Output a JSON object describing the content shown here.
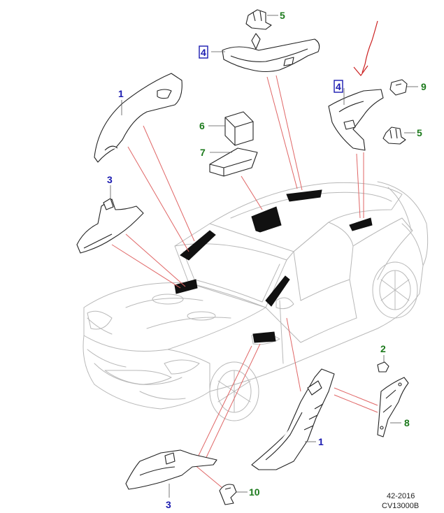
{
  "callouts": [
    {
      "id": "c1a",
      "text": "1",
      "color": "#1a1ab0",
      "boxed": false
    },
    {
      "id": "c1b",
      "text": "1",
      "color": "#1a1ab0",
      "boxed": false
    },
    {
      "id": "c2",
      "text": "2",
      "color": "#1c7a1c",
      "boxed": false
    },
    {
      "id": "c3a",
      "text": "3",
      "color": "#1a1ab0",
      "boxed": false
    },
    {
      "id": "c3b",
      "text": "3",
      "color": "#1a1ab0",
      "boxed": false
    },
    {
      "id": "c4a",
      "text": "4",
      "color": "#1a1ab0",
      "boxed": true
    },
    {
      "id": "c4b",
      "text": "4",
      "color": "#1a1ab0",
      "boxed": true
    },
    {
      "id": "c5a",
      "text": "5",
      "color": "#1c7a1c",
      "boxed": false
    },
    {
      "id": "c5b",
      "text": "5",
      "color": "#1c7a1c",
      "boxed": false
    },
    {
      "id": "c6",
      "text": "6",
      "color": "#1c7a1c",
      "boxed": false
    },
    {
      "id": "c7",
      "text": "7",
      "color": "#1c7a1c",
      "boxed": false
    },
    {
      "id": "c8",
      "text": "8",
      "color": "#1c7a1c",
      "boxed": false
    },
    {
      "id": "c9",
      "text": "9",
      "color": "#1c7a1c",
      "boxed": false
    },
    {
      "id": "c10",
      "text": "10",
      "color": "#1c7a1c",
      "boxed": false
    }
  ],
  "footer": {
    "date_code": "42-2016",
    "drawing_id": "CV13000B"
  },
  "colors": {
    "callout_blue": "#1a1ab0",
    "callout_green": "#1c7a1c",
    "leader_red": "#e06666",
    "annotation_arrow": "#cc2222"
  }
}
